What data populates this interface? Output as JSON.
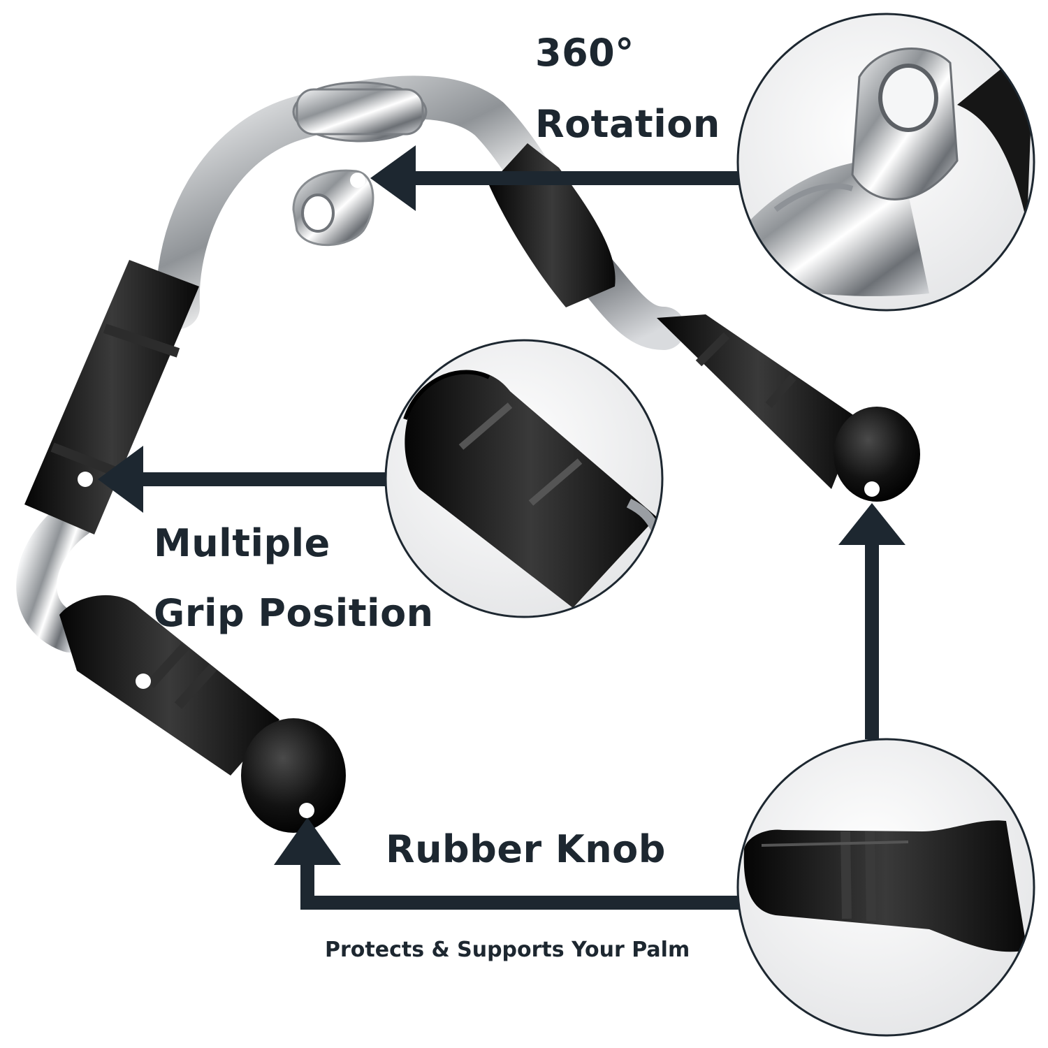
{
  "callouts": {
    "rotation": {
      "line1": "360°",
      "line2": "Rotation"
    },
    "grip": {
      "line1": "Multiple",
      "line2": "Grip Position"
    },
    "knob": {
      "title": "Rubber Knob",
      "subtitle": "Protects & Supports Your Palm"
    }
  },
  "colors": {
    "text": "#1d2730",
    "arrow": "#1d2730",
    "chrome": "#c9ccd0",
    "rubber": "#141414",
    "background": "#ffffff"
  },
  "icons": {
    "arrow": "arrow-head",
    "marker": "white-dot-marker"
  }
}
